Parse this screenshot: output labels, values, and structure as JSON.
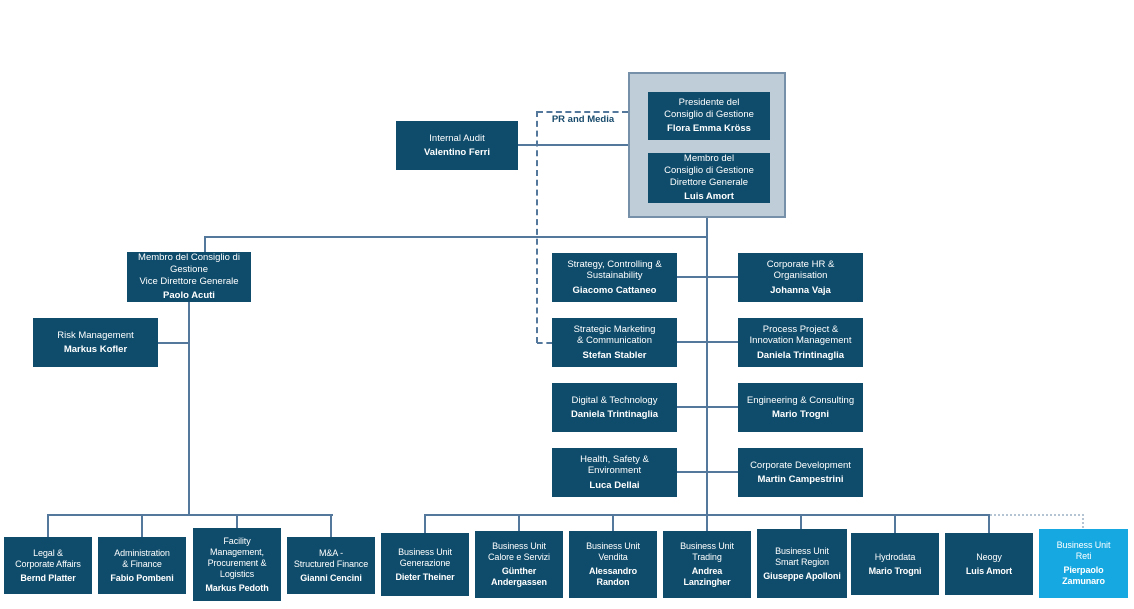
{
  "palette": {
    "node_fill": "#0f4c6b",
    "node_text": "#ffffff",
    "board_fill": "#bfcdd9",
    "board_border": "#7590a8",
    "highlight_fill": "#16a9e1",
    "connector": "#54789b",
    "connector_dotted": "#b5c4d3",
    "label_text": "#174a6b"
  },
  "labels": {
    "pr_media": "PR and Media"
  },
  "nodes": {
    "internal_audit": {
      "title": "Internal Audit",
      "person": "Valentino Ferri"
    },
    "presidente": {
      "title": "Presidente del\nConsiglio di Gestione",
      "person": "Flora Emma Kröss"
    },
    "direttore_generale": {
      "title": "Membro del\nConsiglio di Gestione\nDirettore Generale",
      "person": "Luis Amort"
    },
    "vice_direttore": {
      "title": "Membro del Consiglio di\nGestione\nVice Direttore Generale",
      "person": "Paolo Acuti"
    },
    "risk_management": {
      "title": "Risk Management",
      "person": "Markus Kofler"
    },
    "strategy": {
      "title": "Strategy, Controlling &\nSustainability",
      "person": "Giacomo Cattaneo"
    },
    "strategic_marketing": {
      "title": "Strategic Marketing\n& Communication",
      "person": "Stefan Stabler"
    },
    "digital_technology": {
      "title": "Digital & Technology",
      "person": "Daniela Trintinaglia"
    },
    "health_safety": {
      "title": "Health, Safety &\nEnvironment",
      "person": "Luca Dellai"
    },
    "corporate_hr": {
      "title": "Corporate HR &\nOrganisation",
      "person": "Johanna Vaja"
    },
    "process_project": {
      "title": "Process Project &\nInnovation Management",
      "person": "Daniela Trintinaglia"
    },
    "engineering": {
      "title": "Engineering & Consulting",
      "person": "Mario Trogni"
    },
    "corporate_development": {
      "title": "Corporate Development",
      "person": "Martin Campestrini"
    },
    "legal": {
      "title": "Legal &\nCorporate Affairs",
      "person": "Bernd Platter"
    },
    "administration": {
      "title": "Administration\n& Finance",
      "person": "Fabio Pombeni"
    },
    "facility": {
      "title": "Facility\nManagement,\nProcurement &\nLogistics",
      "person": "Markus Pedoth"
    },
    "ma_structured_finance": {
      "title": "M&A -\nStructured Finance",
      "person": "Gianni Cencini"
    },
    "bu_generazione": {
      "title": "Business Unit\nGenerazione",
      "person": "Dieter Theiner"
    },
    "bu_calore": {
      "title": "Business Unit\nCalore e Servizi",
      "person": "Günther\nAndergassen"
    },
    "bu_vendita": {
      "title": "Business Unit\nVendita",
      "person": "Alessandro\nRandon"
    },
    "bu_trading": {
      "title": "Business Unit\nTrading",
      "person": "Andrea\nLanzingher"
    },
    "bu_smart_region": {
      "title": "Business Unit\nSmart Region",
      "person": "Giuseppe Apolloni"
    },
    "hydrodata": {
      "title": "Hydrodata",
      "person": "Mario Trogni"
    },
    "neogy": {
      "title": "Neogy",
      "person": "Luis Amort"
    },
    "bu_reti": {
      "title": "Business Unit\nReti",
      "person": "Pierpaolo\nZamunaro"
    }
  }
}
